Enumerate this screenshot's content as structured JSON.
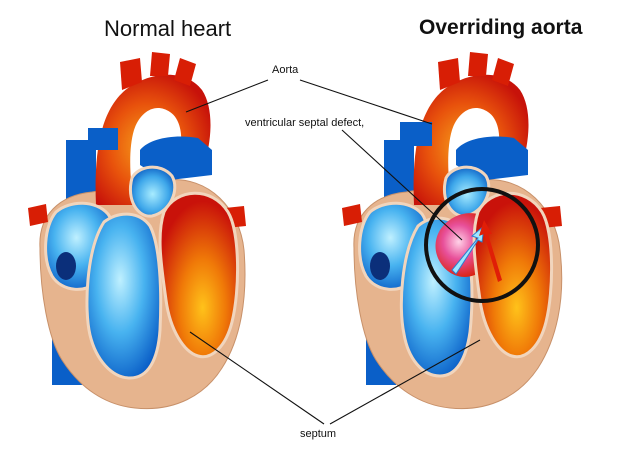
{
  "titles": {
    "normal": "Normal heart",
    "overriding": "Overriding aorta"
  },
  "labels": {
    "aorta": "Aorta",
    "vsd": "ventricular septal defect,",
    "septum": "septum"
  },
  "colors": {
    "aorta_red": "#d81e05",
    "aorta_orange": "#f08a00",
    "vein_blue": "#0a5fc8",
    "chamber_light_blue": "#8fd3ff",
    "muscle_tan": "#e6b48e",
    "outline_black": "#111111"
  },
  "icons": [
    "normal-heart-illustration",
    "overriding-aorta-heart-illustration",
    "defect-highlight-circle"
  ]
}
